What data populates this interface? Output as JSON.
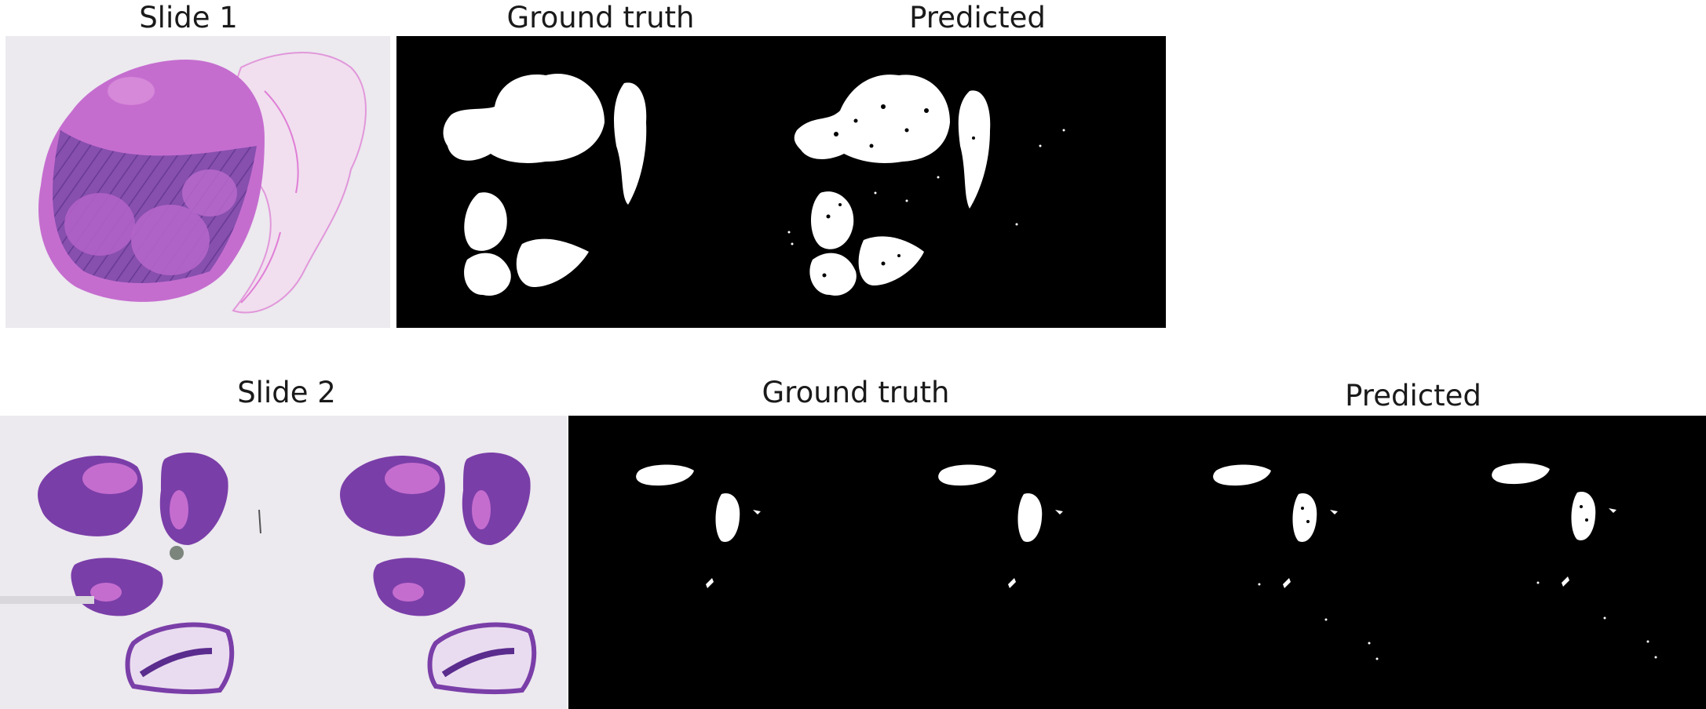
{
  "row1": {
    "slide_label": "Slide 1",
    "gt_label": "Ground truth",
    "pred_label": "Predicted"
  },
  "row2": {
    "slide_label": "Slide 2",
    "gt_label": "Ground truth",
    "pred_label": "Predicted"
  },
  "colors": {
    "tissue_pink": "#c86fd0",
    "tissue_purple": "#7a3ea8",
    "tissue_dark": "#5a2c8e",
    "slide_bg": "#ece9ef",
    "mask_bg": "#000000",
    "mask_fg": "#ffffff"
  }
}
